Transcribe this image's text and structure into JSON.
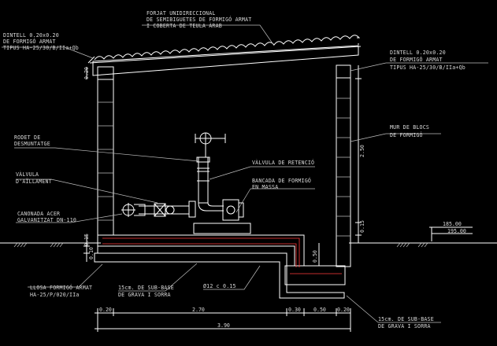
{
  "labels": {
    "forjat": [
      "FORJAT UNIDIRECCIONAL",
      "DE SEMIBIGUETES DE FORMIGÓ ARMAT",
      "I COBERTA DE TEULA ÀRAB"
    ],
    "dintell_left": [
      "DINTELL 0.20x0.20",
      "DE FORMIGÓ ARMAT",
      "TIPUS HA-25/30/B/IIa+Qb"
    ],
    "dintell_right": [
      "DINTELL 0.20x0.20",
      "DE FORMIGÓ ARMAT",
      "TIPUS HA-25/30/B/IIa+Qb"
    ],
    "mur": [
      "MUR DE BLOCS",
      "DE FORMIGÓ"
    ],
    "rodet": [
      "RODET DE",
      "DESMUNTATGE"
    ],
    "valvula_retencio": [
      "VÀLVULA DE RETENCIÓ"
    ],
    "valvula_aillament": [
      "VÀLVULA",
      "D'AÏLLAMENT"
    ],
    "bancada": [
      "BANCADA DE FORMIGÓ",
      "EN MASSA"
    ],
    "canonada": [
      "CANONADA ACER",
      "GALVANITZAT DN-110"
    ],
    "llosa": [
      "LLOSA FORMIGÓ ARMAT",
      "HA-25/P/020/IIa"
    ],
    "subbase_left": [
      "15cm. DE SUB-BASE",
      "DE GRAVA I SORRA"
    ],
    "armat": [
      "Ø12 c 0.15"
    ],
    "subbase_right": [
      "15cm. DE SUB-BASE",
      "DE GRAVA I SORRA"
    ]
  },
  "levels": {
    "upper": "185.00",
    "lower": "195.00"
  },
  "dimensions": {
    "left_0_20": "0.20",
    "span_2_70": "2.70",
    "mid_0_30": "0.30",
    "mid_0_50": "0.50",
    "right_0_20": "0.20",
    "total_3_90": "3.90",
    "height_2_50": "2.50",
    "right_0_15": "0.15",
    "left_0_20_vert": "0.20",
    "left_0_15": "0.15",
    "left_0_10": "0.10",
    "pit_0_50": "0.50",
    "lintel_0_20": "0.20"
  },
  "colors": {
    "background": "#000000",
    "lines": "#ffffff",
    "text": "#d8d8d8",
    "accent": "#ff3a3a"
  }
}
